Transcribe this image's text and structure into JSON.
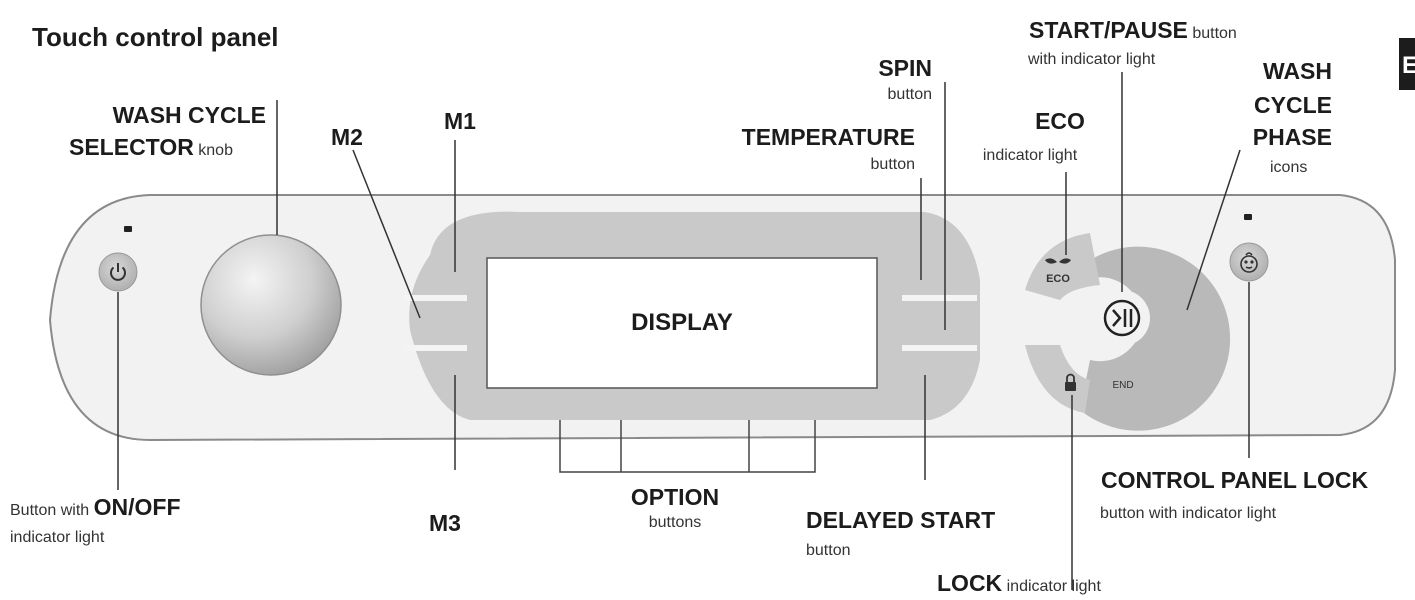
{
  "heading": "Touch control panel",
  "corner_tab": "E",
  "display_text": "DISPLAY",
  "panel_icons": {
    "power": "power-icon",
    "eco_text": "ECO",
    "end_text": "END",
    "lock": "padlock-icon",
    "child_lock": "child-face-icon",
    "start_pause": "play-pause-icon"
  },
  "labels": {
    "wash_cycle_selector": {
      "line1": "WASH CYCLE",
      "line2_bold": "SELECTOR",
      "line2_normal": "knob"
    },
    "m1": "M1",
    "m2": "M2",
    "m3": "M3",
    "spin": {
      "bold": "SPIN",
      "normal": "button"
    },
    "temperature": {
      "bold": "TEMPERATURE",
      "normal": "button"
    },
    "eco": {
      "bold": "ECO",
      "normal": "indicator light"
    },
    "start_pause": {
      "bold": "START/PAUSE",
      "normal_inline": "button",
      "normal_line2": "with indicator light"
    },
    "wash_cycle_phase": {
      "line1": "WASH",
      "line2": "CYCLE",
      "line3": "PHASE",
      "normal": "icons"
    },
    "on_off": {
      "prefix": "Button with",
      "bold": "ON/OFF",
      "line2": "indicator light"
    },
    "option": {
      "bold": "OPTION",
      "normal": "buttons"
    },
    "delayed_start": {
      "bold": "DELAYED START",
      "normal": "button"
    },
    "control_panel_lock": {
      "bold": "CONTROL PANEL LOCK",
      "normal": "button with indicator light"
    },
    "lock": {
      "bold": "LOCK",
      "normal": "indicator light"
    }
  },
  "colors": {
    "panel_fill": "#f2f2f2",
    "panel_stroke": "#8a8a8a",
    "zone_fill": "#c9c9c9",
    "ring_fill": "#b9b9b9",
    "knob_mid": "#cfcfcf",
    "leader_line": "#333333"
  }
}
